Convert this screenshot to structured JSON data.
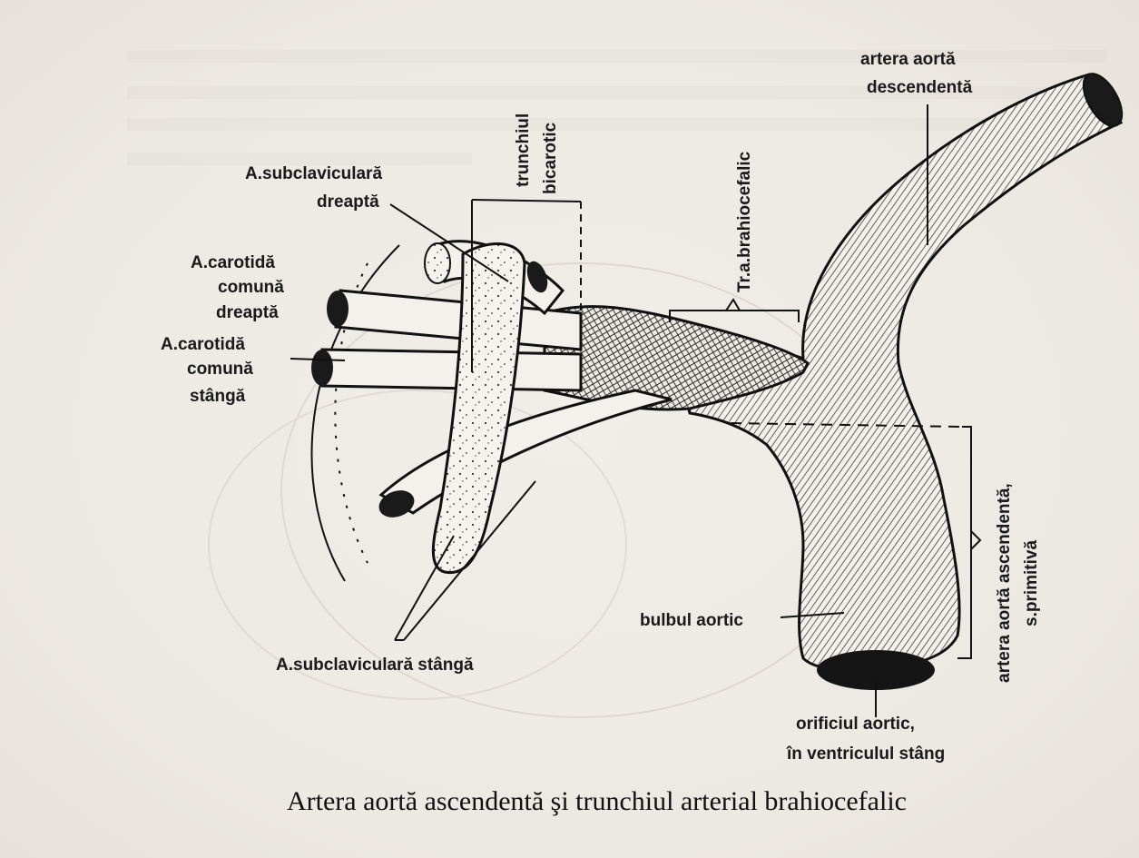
{
  "labels": {
    "aorta_descending": [
      "artera aortă",
      "descendentă"
    ],
    "bicarotid_trunk": [
      "trunchiul",
      "bicarotic"
    ],
    "right_subclavian": [
      "A.subclaviculară",
      "dreaptă"
    ],
    "right_carotid": [
      "A.carotidă",
      "comună",
      "dreaptă"
    ],
    "left_carotid": [
      "A.carotidă",
      "comună",
      "stângă"
    ],
    "brachiocephalic": "Tr.a.brahiocefalic",
    "left_subclavian": "A.subclaviculară stângă",
    "ascending_aorta": [
      "artera  aortă ascendentă,",
      "s.primitivă"
    ],
    "aortic_bulb": "bulbul aortic",
    "aortic_orifice": [
      "orificiul aortic,",
      "în ventriculul stâng"
    ]
  },
  "caption": "Artera aortă ascendentă şi trunchiul arterial brahiocefalic"
}
